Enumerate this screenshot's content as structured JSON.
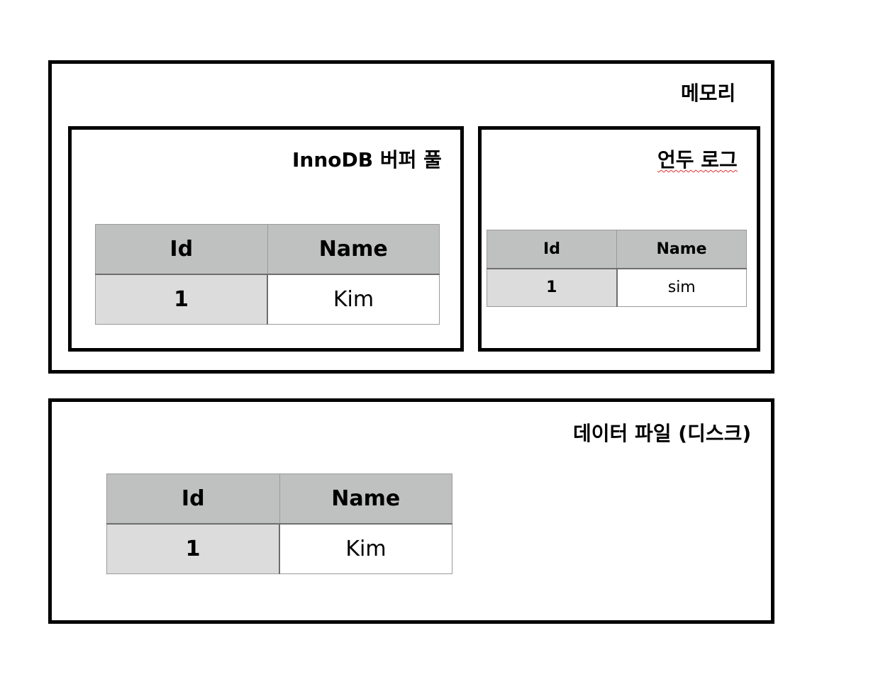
{
  "memory": {
    "title": "메모리",
    "buffer_pool": {
      "title": "InnoDB 버퍼 풀",
      "table": {
        "headers": [
          "Id",
          "Name"
        ],
        "rows": [
          [
            "1",
            "Kim"
          ]
        ]
      }
    },
    "undo_log": {
      "title": "언두 로그",
      "table": {
        "headers": [
          "Id",
          "Name"
        ],
        "rows": [
          [
            "1",
            "sim"
          ]
        ]
      }
    }
  },
  "data_file": {
    "title": "데이터 파일 (디스크)",
    "table": {
      "headers": [
        "Id",
        "Name"
      ],
      "rows": [
        [
          "1",
          "Kim"
        ]
      ]
    }
  },
  "colors": {
    "border": "#000000",
    "header_bg": "#bfc1c0",
    "id_cell_bg": "#dcdcdc",
    "spellcheck_underline": "#e03030"
  }
}
